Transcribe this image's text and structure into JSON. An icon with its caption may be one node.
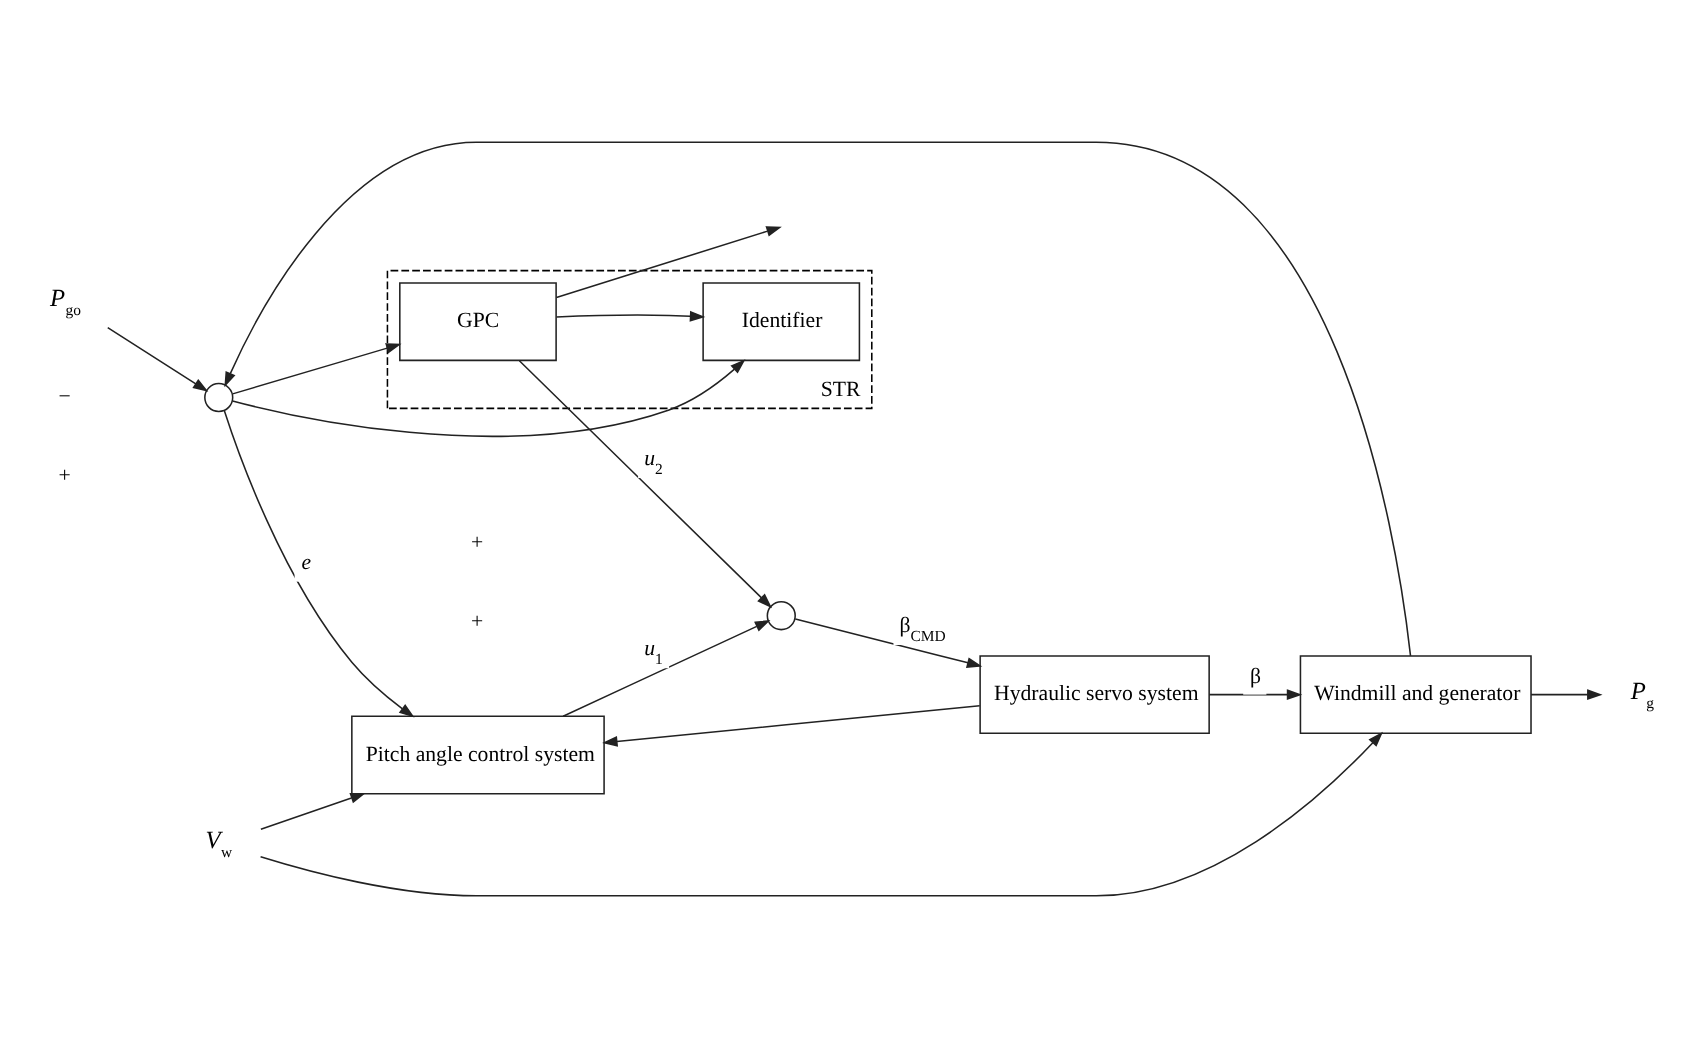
{
  "diagram": {
    "nodes": [
      {
        "text": [
          "*P*$_{go}$"
        ]
      },
      {
        "text": [],
        "shape": "circle"
      },
      {
        "text": [
          "Pitch angle control system"
        ]
      },
      {
        "text": [],
        "shape": "circle"
      },
      {
        "text": [
          "Hydraulic servo system"
        ]
      },
      {
        "text": [
          "Windmill and generator"
        ]
      },
      {
        "text": [
          "*P*$_{g}$"
        ]
      },
      {
        "text": [
          "*V*$_{w}$"
        ]
      },
      {
        "text": [
          "STR"
        ]
      },
      {
        "text": [
          "GPC"
        ],
        "in": 8
      },
      {
        "text": [
          "Identifier"
        ],
        "in": 8
      }
    ],
    "edges": [
      {
        "from": 0,
        "to": 1,
        "arrow": "to"
      },
      {
        "from": 1,
        "to": 2,
        "arrow": "to",
        "label": "*e*"
      },
      {
        "from": 1,
        "to": 9,
        "arrow": "to"
      },
      {
        "from": 1,
        "to": 10,
        "arrow": "to"
      },
      {
        "from": 2,
        "to": 3,
        "arrow": "to",
        "label": "*u*$_{1}$"
      },
      {
        "from": 9,
        "to": 3,
        "arrow": "to",
        "label": "*u*$_{2}$"
      },
      {
        "from": 9,
        "to": 10,
        "arrow": "to"
      },
      {
        "from": 3,
        "to": 4,
        "arrow": "to",
        "label": "β$_{CMD}$"
      },
      {
        "from": 4,
        "to": 5,
        "arrow": "to",
        "label": "β"
      },
      {
        "from": 4,
        "to": 2,
        "arrow": "to"
      },
      {
        "from": 5,
        "to": 6,
        "arrow": "to"
      },
      {
        "from": 5,
        "to": 1,
        "arrow": "to"
      },
      {
        "from": 7,
        "to": 2,
        "arrow": "to"
      },
      {
        "from": 7,
        "to": 5,
        "arrow": "to"
      },
      {
        "from": 9,
        "to": null,
        "arrow": "to"
      }
    ],
    "labels": [
      "−",
      "+",
      "+",
      "+"
    ]
  }
}
